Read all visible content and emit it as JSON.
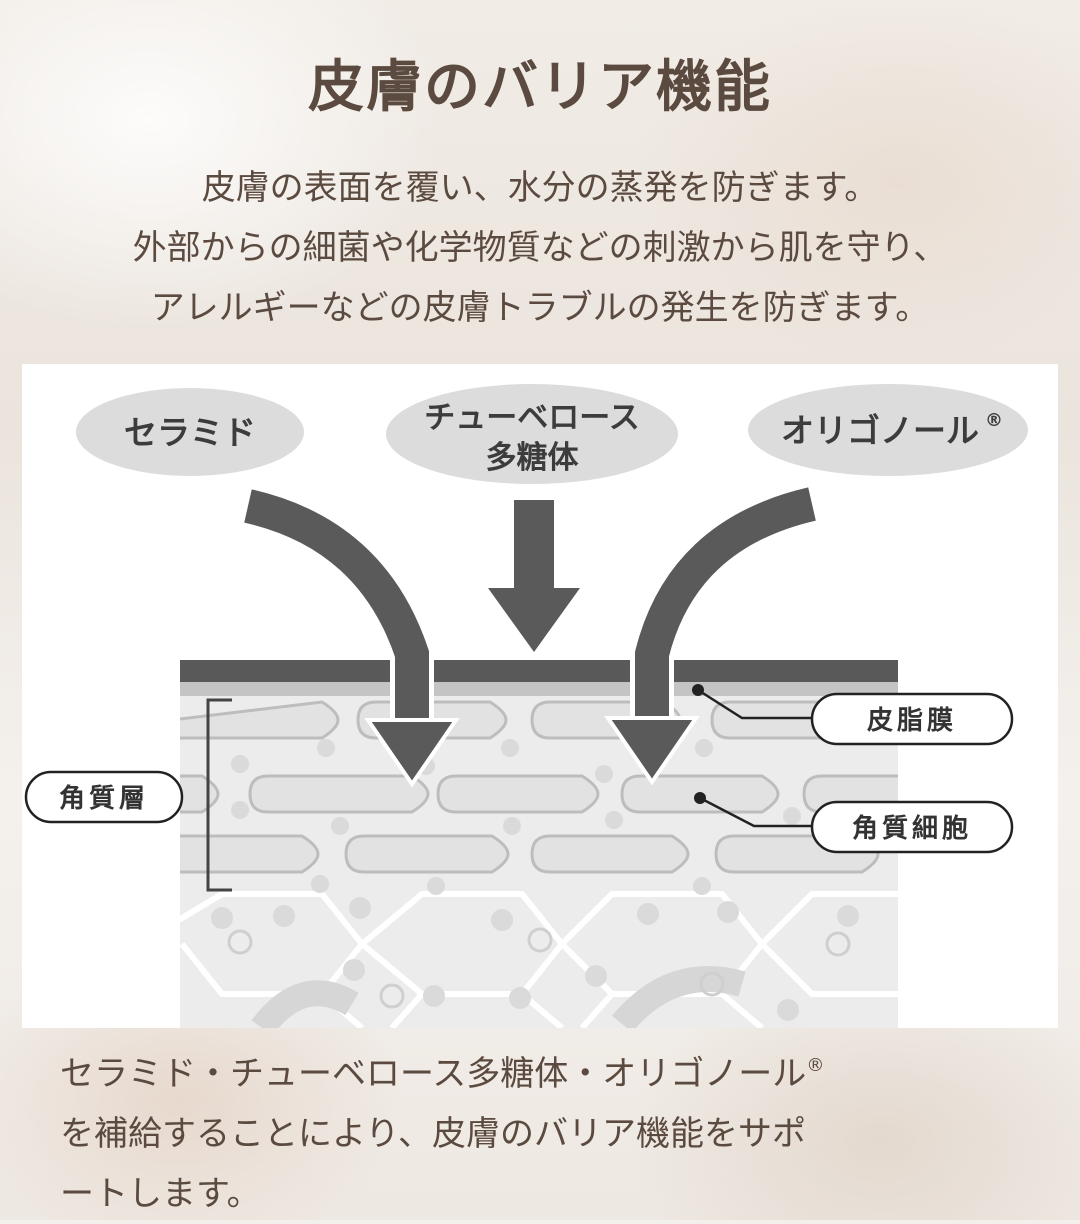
{
  "title": "皮膚のバリア機能",
  "intro": [
    "皮膚の表面を覆い、水分の蒸発を防ぎます。",
    "外部からの細菌や化学物質などの刺激から肌を守り、",
    "アレルギーなどの皮膚トラブルの発生を防ぎます。"
  ],
  "diagram": {
    "ingredients": {
      "ceramide": "セラミド",
      "tuberose_line1": "チューベロース",
      "tuberose_line2": "多糖体",
      "oligonol": "オリゴノール",
      "registered_mark": "®"
    },
    "labels": {
      "sebum_membrane": "皮脂膜",
      "stratum_corneum": "角質層",
      "corneocyte": "角質細胞"
    }
  },
  "footer": {
    "line1": "セラミド・チューベロース多糖体・オリゴノール",
    "line1_mark": "®",
    "line2": "を補給することにより、皮膚のバリア機能をサポ",
    "line3": "ートします。"
  },
  "colors": {
    "title_text": "#5b4a3f",
    "arrow": "#5a5a5a",
    "bubble": "#dcdcdc",
    "top_layer": "#5a5a5a"
  }
}
